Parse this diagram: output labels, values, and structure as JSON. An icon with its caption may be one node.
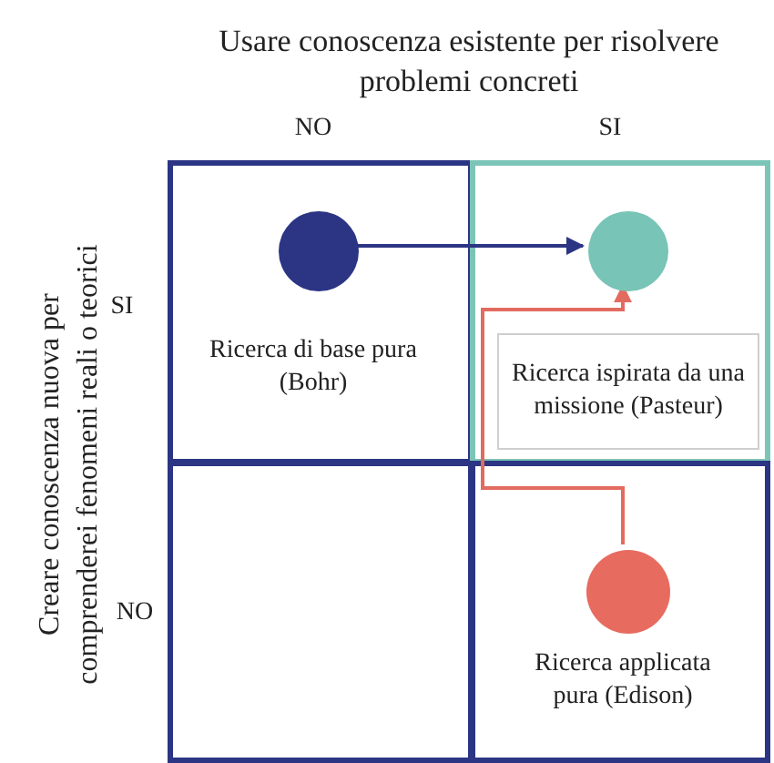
{
  "diagram": {
    "nodes": [
      {
        "text": [],
        "shape": "box"
      },
      {
        "text": [],
        "shape": "circle",
        "in": 0,
        "beside": [
          "Ricerca di base pura (Bohr)"
        ]
      },
      {
        "text": [],
        "shape": "box"
      },
      {
        "text": [],
        "shape": "circle",
        "in": 2
      },
      {
        "text": [
          "Ricerca ispirata da una missione (Pasteur)"
        ],
        "in": 2
      },
      {
        "text": [],
        "shape": "box"
      },
      {
        "text": [],
        "shape": "box"
      },
      {
        "text": [],
        "shape": "circle",
        "in": 6,
        "beside": [
          "Ricerca applicata pura (Edison)"
        ]
      }
    ],
    "edges": [
      {
        "from": 1,
        "to": 3,
        "arrow": "to",
        "color": "#2b3584"
      },
      {
        "from": 7,
        "to": 3,
        "arrow": "to",
        "color": "#e26b60"
      }
    ],
    "labels": [
      "Usare conoscenza esistente per risolvere problemi concreti",
      "NO",
      "SI",
      "Creare conoscenza nuova per comprenderei fenomeni reali o teorici",
      "SI",
      "NO"
    ]
  }
}
